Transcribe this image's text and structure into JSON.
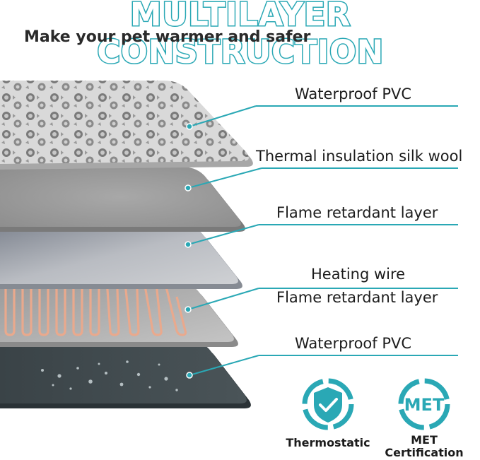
{
  "title": "MULTILAYER CONSTRUCTION",
  "subtitle": "Make your pet warmer and safer",
  "colors": {
    "accent": "#2aa8b5",
    "text": "#1c1c1c"
  },
  "layers": [
    {
      "label": "Waterproof PVC"
    },
    {
      "label": "Thermal insulation silk wool"
    },
    {
      "label": "Flame retardant layer"
    },
    {
      "label_line1": "Heating wire",
      "label_line2": "Flame retardant layer"
    },
    {
      "label": "Waterproof PVC"
    }
  ],
  "badges": [
    {
      "icon": "shield-check-icon",
      "label": "Thermostatic"
    },
    {
      "icon": "met-certification-icon",
      "icon_text": "MET",
      "label_line1": "MET",
      "label_line2": "Certification"
    }
  ]
}
